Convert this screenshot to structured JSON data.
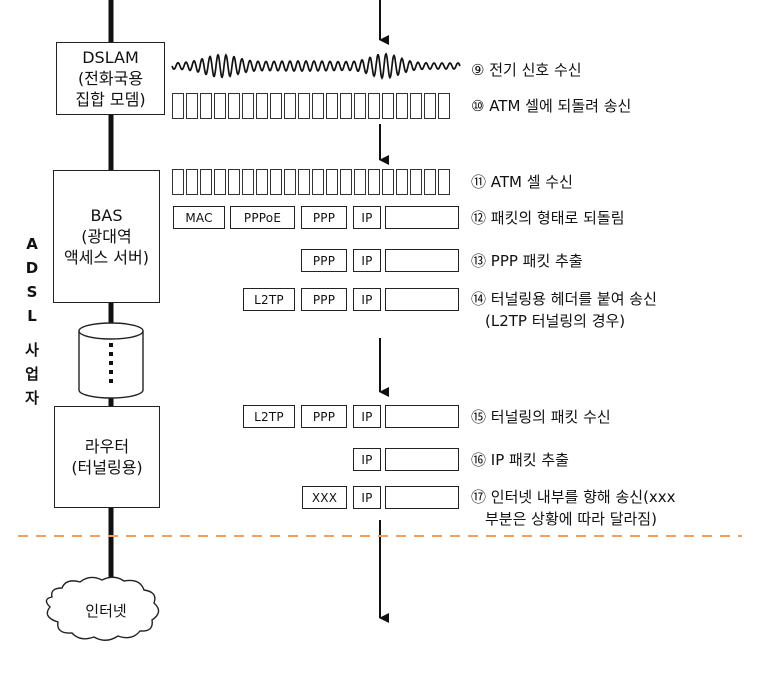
{
  "nodes": {
    "dslam": {
      "line1": "DSLAM",
      "line2": "(전화국용",
      "line3": "집합 모뎀)"
    },
    "bas": {
      "line1": "BAS",
      "line2": "(광대역",
      "line3": "액세스 서버)"
    },
    "router": {
      "line1": "라우터",
      "line2": "(터널링용)"
    },
    "internet": {
      "label": "인터넷"
    }
  },
  "side_label": {
    "top": [
      "A",
      "D",
      "S",
      "L"
    ],
    "bottom": [
      "사",
      "업",
      "자"
    ]
  },
  "packets": {
    "row12": [
      "MAC",
      "PPPoE",
      "PPP",
      "IP"
    ],
    "row13": [
      "PPP",
      "IP"
    ],
    "row14": [
      "L2TP",
      "PPP",
      "IP"
    ],
    "row15": [
      "L2TP",
      "PPP",
      "IP"
    ],
    "row16": [
      "IP"
    ],
    "row17": [
      "XXX",
      "IP"
    ]
  },
  "steps": {
    "s9": "⑨ 전기 신호 수신",
    "s10": "⑩ ATM 셀에 되돌려 송신",
    "s11": "⑪ ATM 셀 수신",
    "s12": "⑫ 패킷의 형태로 되돌림",
    "s13": "⑬ PPP 패킷 추출",
    "s14": {
      "line1": "⑭ 터널링용 헤더를 붙여 송신",
      "line2": "(L2TP 터널링의 경우)"
    },
    "s15": "⑮ 터널링의 패킷 수신",
    "s16": "⑯ IP 패킷 추출",
    "s17": {
      "line1": "⑰ 인터넷 내부를 향해 송신(xxx",
      "line2": "부분은 상황에 따라 달라짐)"
    }
  },
  "colors": {
    "boundary_line": "#f0a060",
    "stroke": "#222222"
  }
}
